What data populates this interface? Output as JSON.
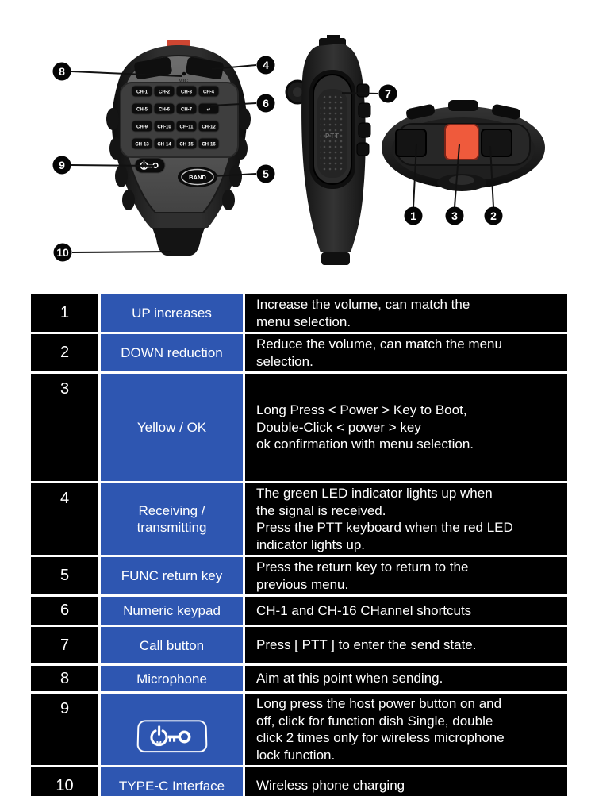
{
  "diagram": {
    "front": {
      "mic_label": "MIC",
      "band_label": "BAND",
      "power_icon_letter": "M",
      "keypad": [
        "CH-1",
        "CH-2",
        "CH-3",
        "CH-4",
        "CH-5",
        "CH-6",
        "CH-7",
        "↵",
        "CH-9",
        "CH-10",
        "CH-11",
        "CH-12",
        "CH-13",
        "CH-14",
        "CH-15",
        "CH-16"
      ]
    },
    "side": {
      "ptt_label": "PTT"
    },
    "callouts": [
      {
        "n": "1"
      },
      {
        "n": "2"
      },
      {
        "n": "3"
      },
      {
        "n": "4"
      },
      {
        "n": "5"
      },
      {
        "n": "6"
      },
      {
        "n": "7"
      },
      {
        "n": "8"
      },
      {
        "n": "9"
      },
      {
        "n": "10"
      }
    ]
  },
  "table": {
    "rows": [
      {
        "num": "1",
        "label": "UP increases",
        "desc": "Increase the volume, can match the\nmenu selection."
      },
      {
        "num": "2",
        "label": "DOWN reduction",
        "desc": "Reduce the volume, can match the menu\nselection."
      },
      {
        "num": "3",
        "label": "Yellow / OK",
        "desc": "Long Press < Power > Key to Boot,\nDouble-Click < power > key\nok confirmation with menu selection."
      },
      {
        "num": "4",
        "label": "Receiving /\ntransmitting",
        "desc": "The green LED indicator lights up when\nthe signal is received.\nPress the PTT keyboard when the red LED\nindicator lights up."
      },
      {
        "num": "5",
        "label": "FUNC return key",
        "desc": "Press the return key to return to the\nprevious menu."
      },
      {
        "num": "6",
        "label": "Numeric keypad",
        "desc": "CH-1 and CH-16 CHannel shortcuts"
      },
      {
        "num": "7",
        "label": "Call button",
        "desc": "Press [ PTT ] to enter the send state."
      },
      {
        "num": "8",
        "label": "Microphone",
        "desc": "Aim at this point when sending."
      },
      {
        "num": "9",
        "label": "",
        "desc": "Long press the host power button on and\noff, click for function dish Single, double\nclick 2 times only for wireless microphone\nlock function."
      },
      {
        "num": "10",
        "label": "TYPE-C Interface",
        "desc": "Wireless phone charging"
      }
    ]
  },
  "colors": {
    "label_cell_blue": "#2e56b1",
    "table_background": "#000000",
    "table_border": "#ffffff",
    "table_text": "#ffffff",
    "callout_circle": "#050505",
    "red_top_button": "#cf4632",
    "orange_ok_button": "#ef5a3c"
  }
}
